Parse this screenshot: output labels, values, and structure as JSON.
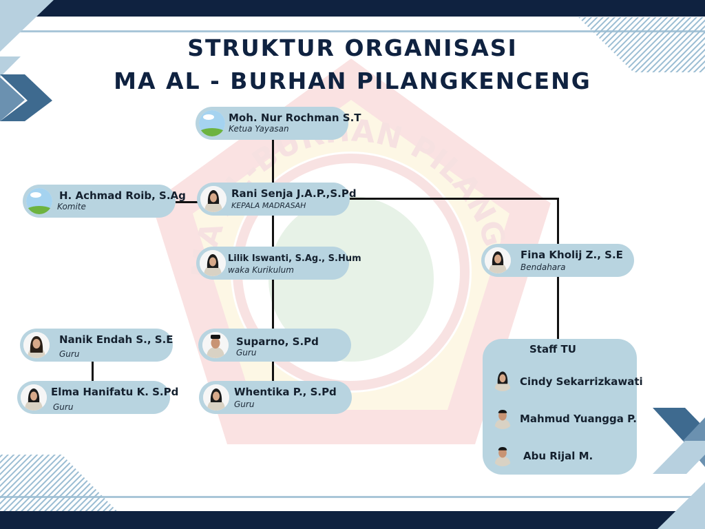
{
  "title": {
    "line1": "STRUKTUR ORGANISASI",
    "line2": "MA AL - BURHAN PILANGKENCENG"
  },
  "watermark": {
    "text": "MA AL-BURHAN PILANGKENCENG"
  },
  "colors": {
    "card": "#b8d4e0",
    "navy": "#0f2240",
    "accent_blue": "#3e6a8f",
    "light_blue": "#a9c6d8",
    "line": "#111111"
  },
  "nodes": {
    "ketua_yayasan": {
      "name": "Moh. Nur Rochman S.T",
      "role": "Ketua Yayasan",
      "icon": "landscape-icon"
    },
    "komite": {
      "name": "H. Achmad Roib, S.Ag",
      "role": "Komite",
      "icon": "landscape-icon"
    },
    "kepala": {
      "name": "Rani Senja J.A.P.,S.Pd",
      "role": "KEPALA MADRASAH",
      "icon": "avatar-hijab-icon"
    },
    "waka": {
      "name": "Lilik Iswanti, S.Ag., S.Hum",
      "role": "waka Kurikulum",
      "icon": "avatar-hijab-icon"
    },
    "bendahara": {
      "name": "Fina Kholij Z., S.E",
      "role": "Bendahara",
      "icon": "avatar-hijab-icon"
    },
    "nanik": {
      "name": "Nanik Endah S., S.E",
      "role": "Guru",
      "icon": "avatar-woman-icon"
    },
    "elma": {
      "name": "Elma Hanifatu K. S.Pd",
      "role": "Guru",
      "icon": "avatar-hijab-icon"
    },
    "suparno": {
      "name": "Suparno, S.Pd",
      "role": "Guru",
      "icon": "avatar-man-icon"
    },
    "whentika": {
      "name": "Whentika P., S.Pd",
      "role": "Guru",
      "icon": "avatar-hijab-icon"
    }
  },
  "staff_tu": {
    "title": "Staff TU",
    "members": [
      {
        "name": "Cindy Sekarrizkawati",
        "icon": "avatar-hijab-icon"
      },
      {
        "name": "Mahmud Yuangga P.",
        "icon": "avatar-man-icon"
      },
      {
        "name": "Abu Rijal M.",
        "icon": "avatar-man-icon"
      }
    ]
  }
}
